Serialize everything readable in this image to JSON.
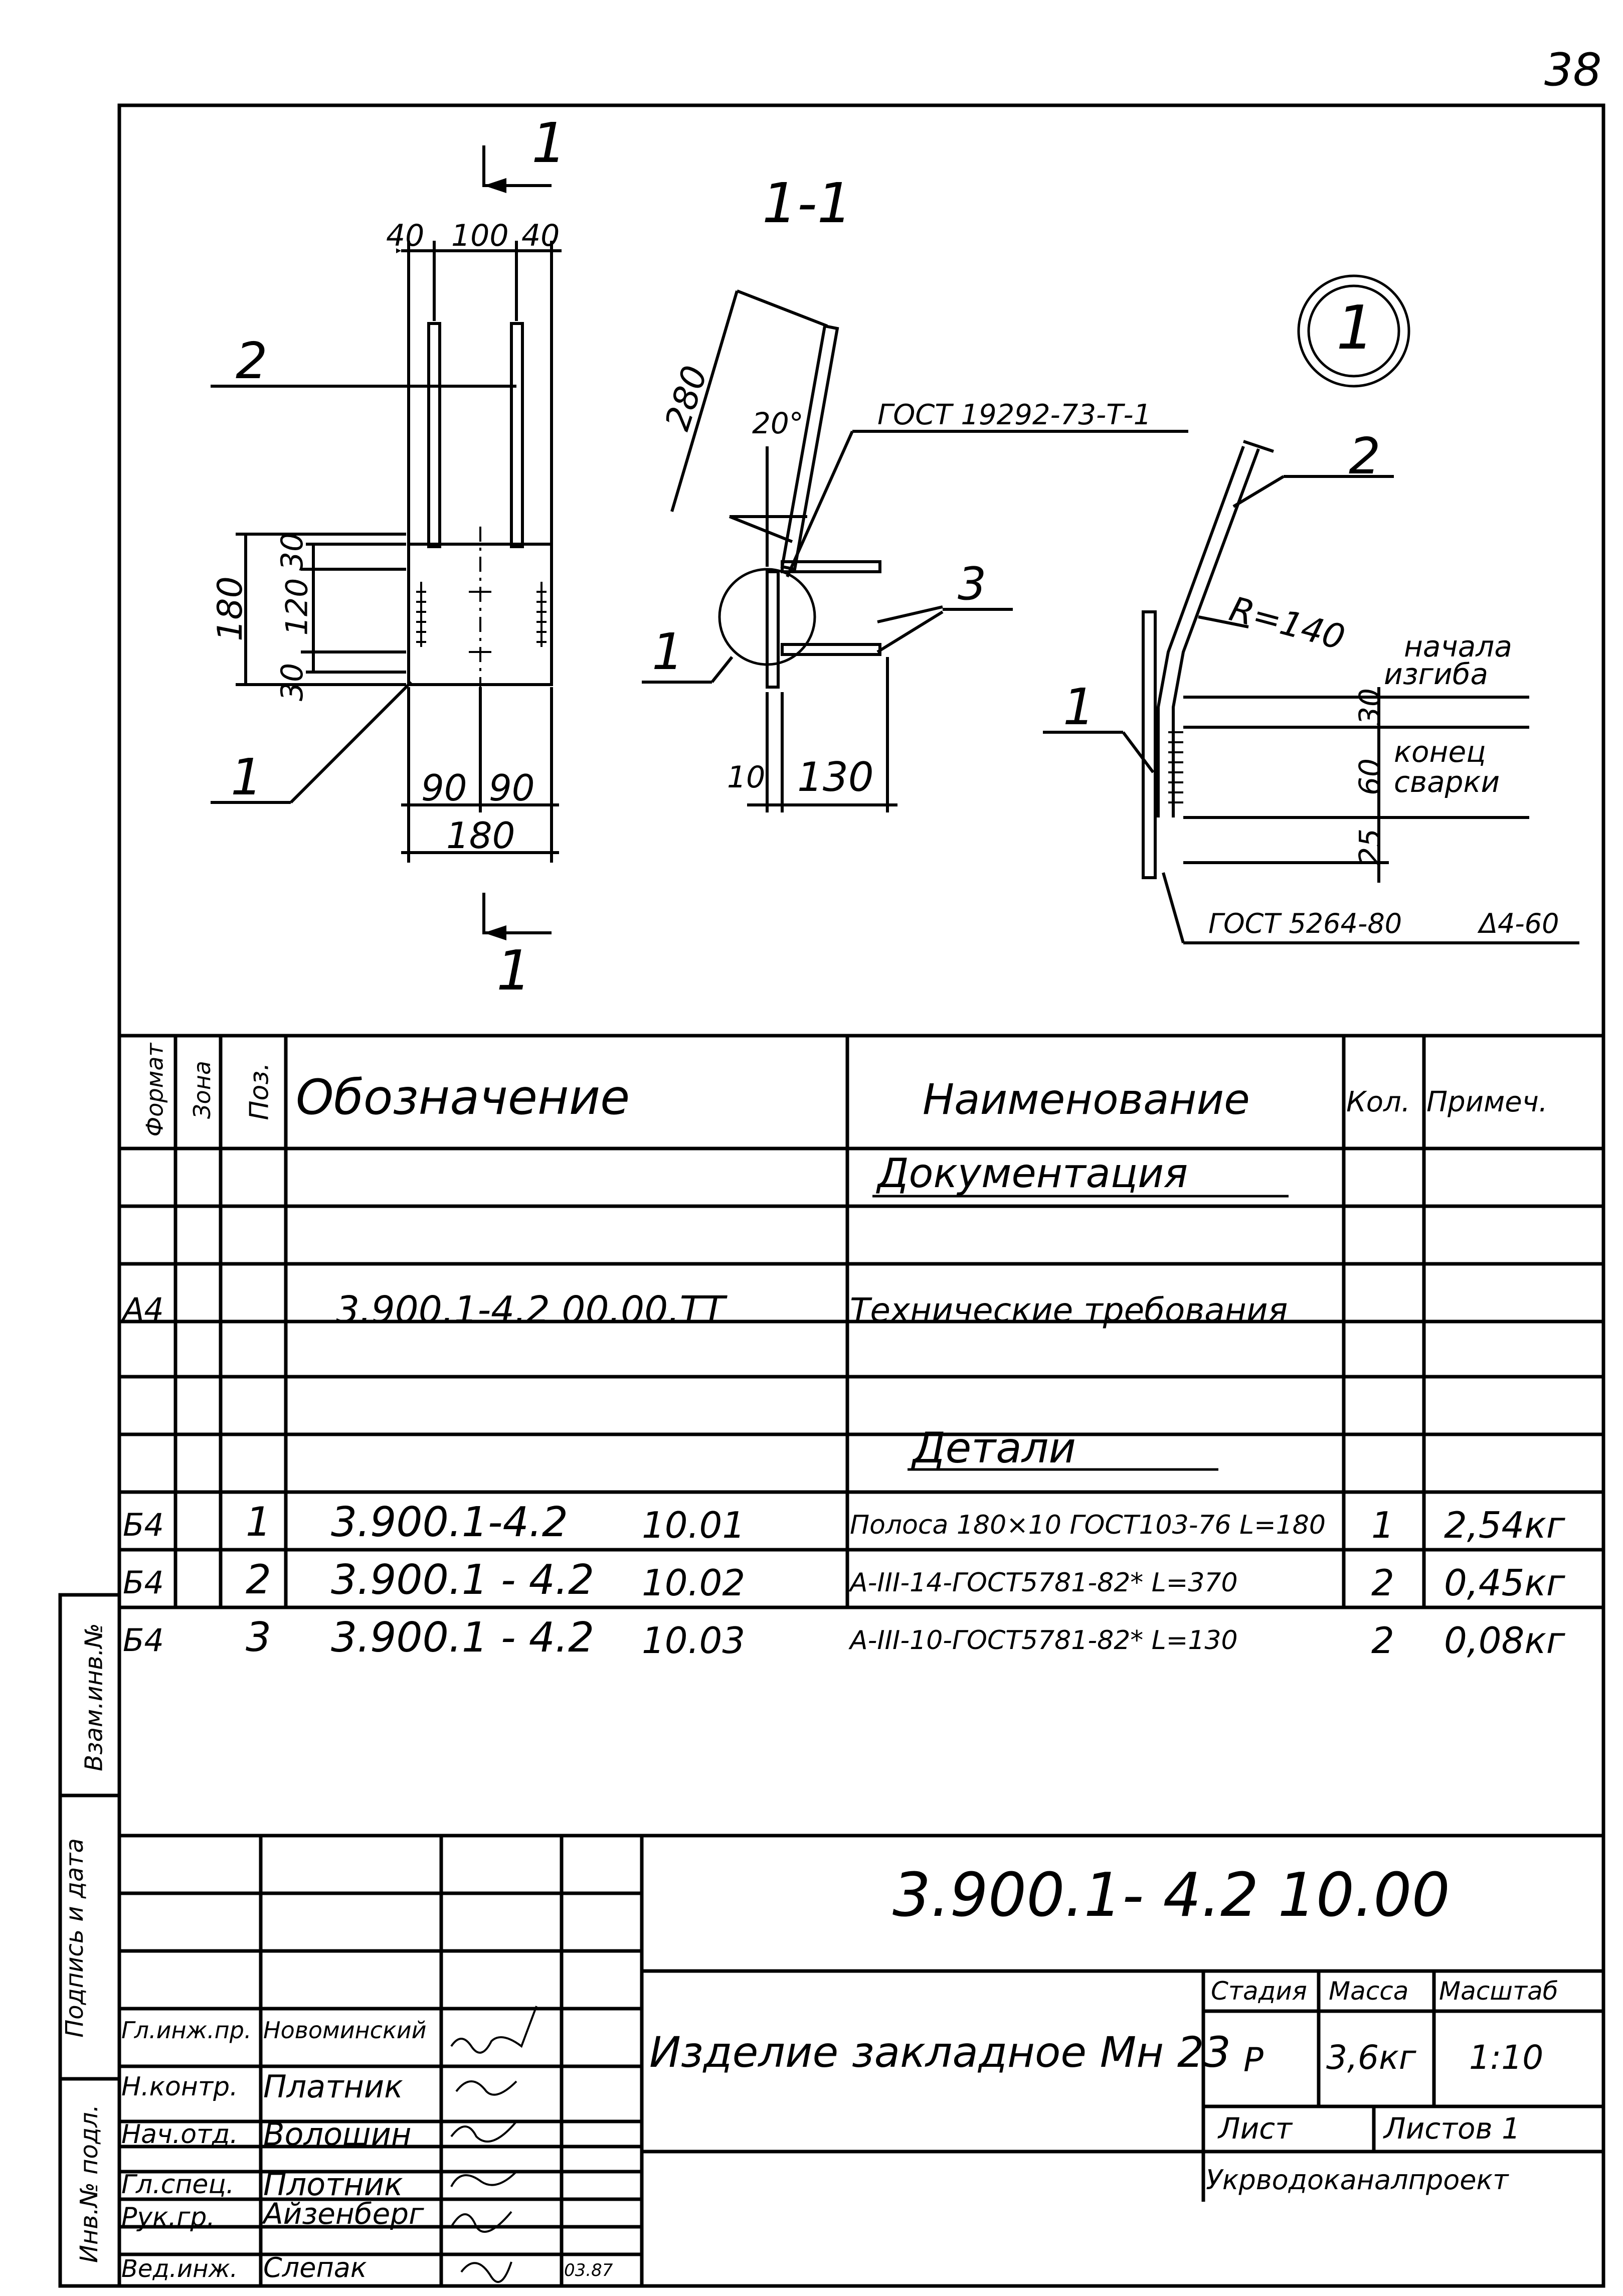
{
  "page_number": "38",
  "drawing": {
    "section_mark": "1",
    "section_title": "1-1",
    "detail_mark": "1",
    "dims_front": {
      "top": [
        "40",
        "100",
        "40"
      ],
      "left_total": "180",
      "left_parts": [
        "30",
        "120",
        "30"
      ],
      "bottom_parts": [
        "90",
        "90"
      ],
      "bottom_total": "180"
    },
    "dims_section": {
      "length": "280",
      "angle": "20°",
      "bottom": [
        "10",
        "130"
      ]
    },
    "callouts": {
      "front_2": "2",
      "front_1": "1",
      "section_1": "1",
      "section_3": "3",
      "detail_1": "1",
      "detail_2": "2"
    },
    "weld_ref_1": "ГОСТ 19292-73-Т-1",
    "radius": "R=140",
    "bend_start": [
      "начала",
      "изгиба"
    ],
    "weld_end": [
      "конец",
      "сварки"
    ],
    "dims_detail": [
      "30",
      "60",
      "25"
    ],
    "weld_ref_2": "ГОСТ 5264-80",
    "weld_ref_2_code": "Δ4-60"
  },
  "spec": {
    "headers": {
      "format": "Формат",
      "zone": "Зона",
      "pos": "Поз.",
      "designation": "Обозначение",
      "name": "Наименование",
      "qty": "Кол.",
      "note": "Примеч."
    },
    "section_doc": "Документация",
    "doc_row": {
      "format": "А4",
      "designation": "3.900.1-4.2   00.00.ТТ",
      "name": "Технические требования"
    },
    "section_parts": "Детали",
    "rows": [
      {
        "format": "Б4",
        "pos": "1",
        "designation": "3.900.1-4.2",
        "code": "10.01",
        "name": "Полоса 180×10 ГОСТ103-76 L=180",
        "qty": "1",
        "note": "2,54кг"
      },
      {
        "format": "Б4",
        "pos": "2",
        "designation": "3.900.1 - 4.2",
        "code": "10.02",
        "name": "А-III-14-ГОСТ5781-82* L=370",
        "qty": "2",
        "note": "0,45кг"
      },
      {
        "format": "Б4",
        "pos": "3",
        "designation": "3.900.1 - 4.2",
        "code": "10.03",
        "name": "А-III-10-ГОСТ5781-82* L=130",
        "qty": "2",
        "note": "0,08кг"
      }
    ]
  },
  "side_stamp": [
    "Инв.№ подл.",
    "Подпись и дата",
    "Взам.инв.№"
  ],
  "title_block": {
    "doc_code": "3.900.1- 4.2   10.00",
    "title": "Изделие закладное Мн 23",
    "stage_label": "Стадия",
    "mass_label": "Масса",
    "scale_label": "Масштаб",
    "stage": "Р",
    "mass": "3,6кг",
    "scale": "1:10",
    "sheet_label": "Лист",
    "sheets_label": "Листов 1",
    "org": "Укрводоканалпроект",
    "roles": [
      {
        "role": "Гл.инж.пр.",
        "name": "Новоминский"
      },
      {
        "role": "Н.контр.",
        "name": "Платник"
      },
      {
        "role": "Нач.отд.",
        "name": "Волошин"
      },
      {
        "role": "Гл.спец.",
        "name": "Плотник"
      },
      {
        "role": "Рук.гр.",
        "name": "Айзенберг"
      },
      {
        "role": "Вед.инж.",
        "name": "Слепак"
      }
    ],
    "date": "03.87"
  }
}
